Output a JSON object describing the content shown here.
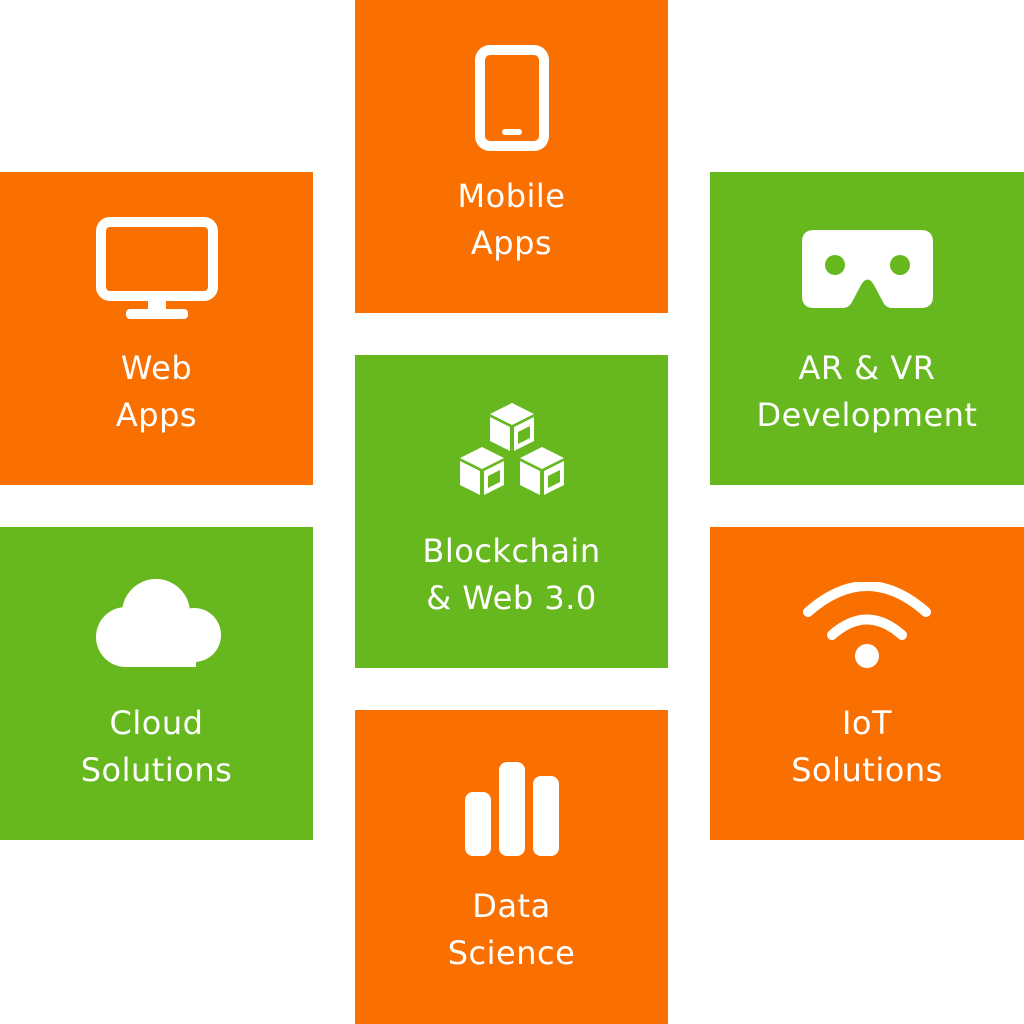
{
  "colors": {
    "orange": "#fa7000",
    "green": "#66b81e",
    "text": "#ffffff",
    "background": "#ffffff"
  },
  "tiles": [
    {
      "id": "mobile-apps",
      "color": "orange",
      "icon": "smartphone-icon",
      "lines": [
        "Mobile",
        "Apps"
      ]
    },
    {
      "id": "web-apps",
      "color": "orange",
      "icon": "monitor-icon",
      "lines": [
        "Web",
        "Apps"
      ]
    },
    {
      "id": "ar-vr-development",
      "color": "green",
      "icon": "vr-headset-icon",
      "lines": [
        "AR & VR",
        "Development"
      ]
    },
    {
      "id": "blockchain-web3",
      "color": "green",
      "icon": "blocks-icon",
      "lines": [
        "Blockchain",
        "& Web 3.0"
      ]
    },
    {
      "id": "cloud-solutions",
      "color": "green",
      "icon": "cloud-icon",
      "lines": [
        "Cloud",
        "Solutions"
      ]
    },
    {
      "id": "iot-solutions",
      "color": "orange",
      "icon": "wifi-icon",
      "lines": [
        "IoT",
        "Solutions"
      ]
    },
    {
      "id": "data-science",
      "color": "orange",
      "icon": "bar-chart-icon",
      "lines": [
        "Data",
        "Science"
      ]
    }
  ]
}
